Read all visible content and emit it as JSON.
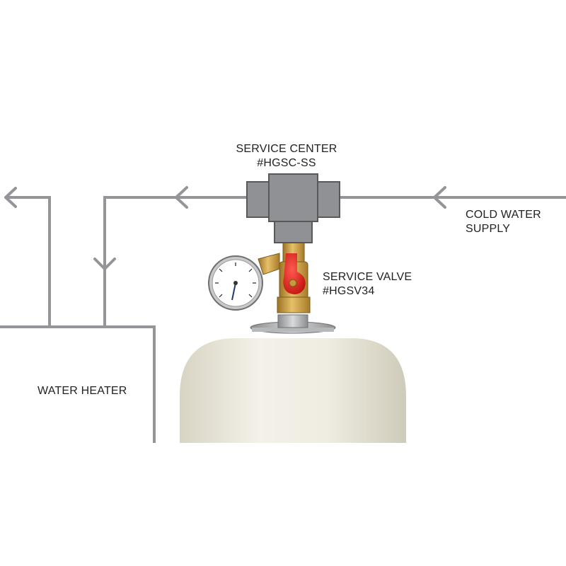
{
  "labels": {
    "service_center": {
      "line1": "SERVICE CENTER",
      "line2": "#HGSC-SS"
    },
    "cold_water": {
      "line1": "COLD WATER",
      "line2": "SUPPLY"
    },
    "service_valve": {
      "line1": "SERVICE VALVE",
      "line2": "#HGSV34"
    },
    "water_heater": "WATER HEATER"
  },
  "colors": {
    "pipe": "#939598",
    "fitting_fill": "#8f9194",
    "fitting_stroke": "#58595b",
    "brass": "#c99a3c",
    "valve_handle": "#e0231f",
    "tank": "#ece9dd",
    "text": "#222222"
  },
  "icons": [
    "left-arrow-icon",
    "down-arrow-icon",
    "pressure-gauge-icon",
    "ball-valve-icon",
    "expansion-tank-icon"
  ]
}
